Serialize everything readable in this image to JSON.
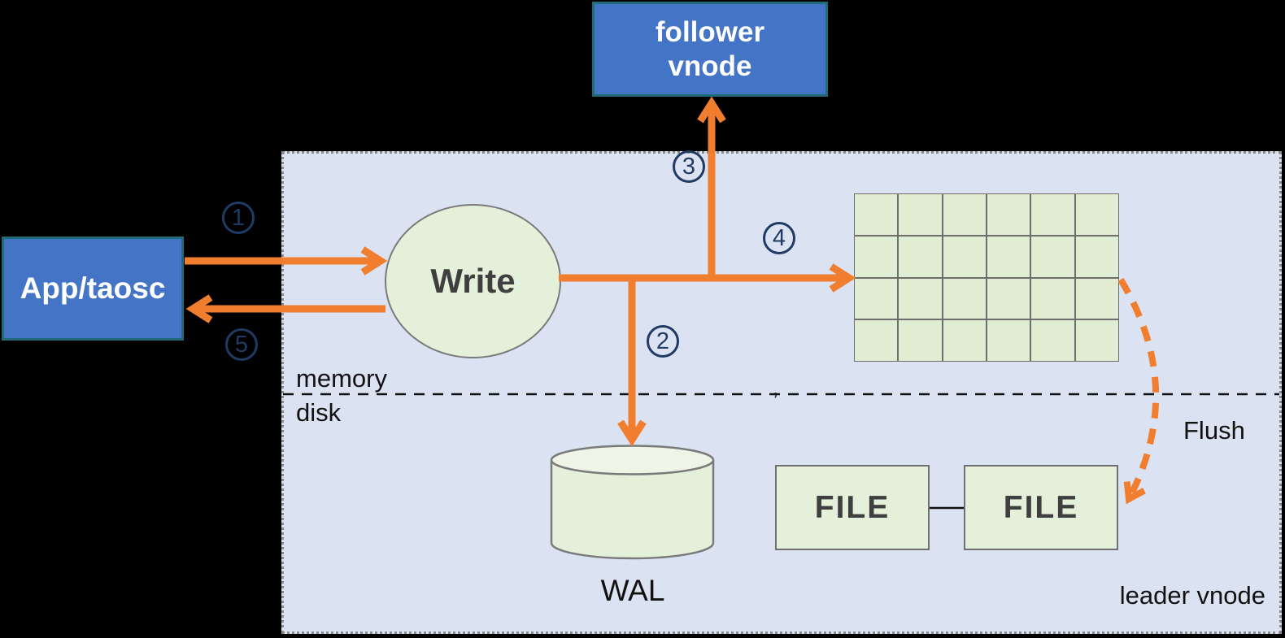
{
  "colors": {
    "background": "#000000",
    "region_fill": "#DBE3F2",
    "region_border": "#8A8A8A",
    "node_blue": "#4374C5",
    "node_blue_border": "#1F6B78",
    "node_green": "#E4F0DA",
    "node_green_border": "#7A7A7A",
    "grid_cell": "#E0EDD2",
    "grid_line": "#6E6E6E",
    "arrow_orange": "#F07E2E",
    "step_navy": "#1F3A63",
    "text_dark": "#3F3F3F",
    "label_black": "#111111"
  },
  "nodes": {
    "app": {
      "label": "App/taosc"
    },
    "follower": {
      "line1": "follower",
      "line2": "vnode"
    },
    "write": {
      "label": "Write"
    },
    "wal": {
      "label": "WAL"
    },
    "files": [
      {
        "label": "FILE"
      },
      {
        "label": "FILE"
      }
    ]
  },
  "region": {
    "memory_label": "memory",
    "disk_label": "disk",
    "leader_label": "leader vnode",
    "flush_label": "Flush",
    "stray_mark": ","
  },
  "steps": [
    {
      "number": "1"
    },
    {
      "number": "2"
    },
    {
      "number": "3"
    },
    {
      "number": "4"
    },
    {
      "number": "5"
    }
  ],
  "mem_table": {
    "rows": 4,
    "cols": 6
  }
}
